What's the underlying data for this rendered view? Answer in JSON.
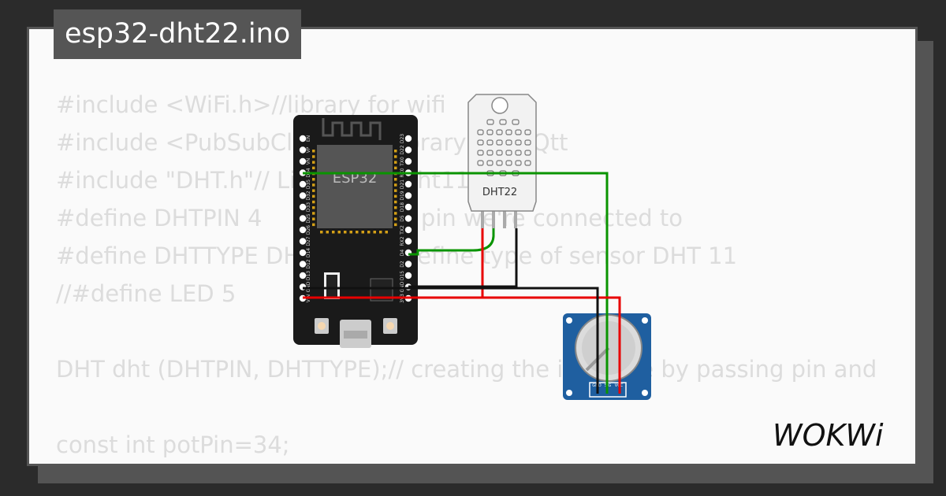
{
  "title": "esp32-dht22.ino",
  "code_lines": [
    "#include <WiFi.h>//library for wifi",
    "#include <PubSubClient.h>//library for MQtt",
    "#include \"DHT.h\"// Library for dht11",
    "#define DHTPIN 4          // what pin we're connected to",
    "#define DHTTYPE DHT22     // define type of sensor DHT 11",
    "//#define LED 5",
    "",
    "DHT dht (DHTPIN, DHTTYPE);// creating the instance by passing pin and",
    "",
    "const int potPin=34;"
  ],
  "esp32": {
    "label": "ESP32",
    "left_pins": [
      "EN",
      "VP",
      "VN",
      "D34",
      "D35",
      "D32",
      "D33",
      "D25",
      "D26",
      "D27",
      "D14",
      "D12",
      "D13",
      "GND",
      "VIN"
    ],
    "right_pins": [
      "D23",
      "D22",
      "TX0",
      "RX0",
      "D21",
      "D19",
      "D18",
      "D5",
      "TX2",
      "RX2",
      "D4",
      "D2",
      "D15",
      "GND",
      "3V3"
    ]
  },
  "dht22": {
    "label": "DHT22"
  },
  "potentiometer": {
    "pins": [
      "GND",
      "SIG",
      "VCC"
    ]
  },
  "logo": {
    "text": "WOKWi"
  },
  "colors": {
    "wire_green": "#0a9400",
    "wire_red": "#e80000",
    "wire_black": "#111111",
    "board": "#1a1a1a",
    "pot_board": "#1f5fa0"
  }
}
